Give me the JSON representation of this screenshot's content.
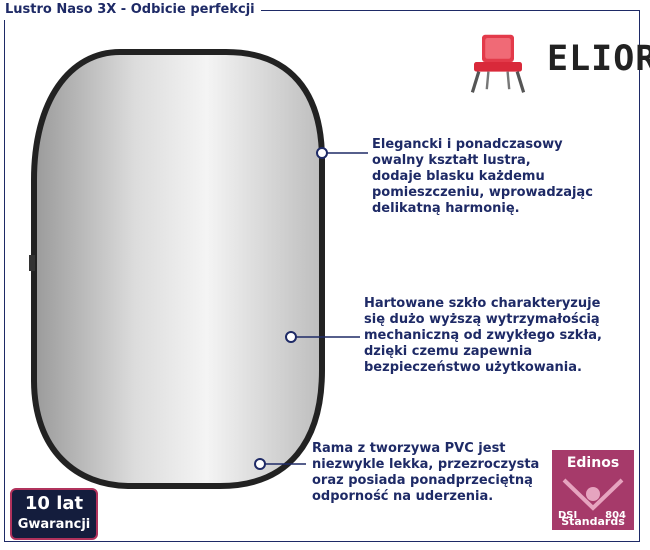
{
  "page_title": "Lustro Naso 3X - Odbicie perfekcji",
  "brand": {
    "name": "ELIOR",
    "icon": "chair-icon"
  },
  "callouts": [
    {
      "lines": [
        "Elegancki i ponadczasowy",
        "owalny kształt lustra,",
        "dodaje blasku każdemu",
        "pomieszczeniu, wprowadzając",
        "delikatną harmonię."
      ]
    },
    {
      "lines": [
        "Hartowane szkło charakteryzuje",
        "się dużo wyższą wytrzymałością",
        "mechaniczną od zwykłego szkła,",
        "dzięki czemu zapewnia",
        "bezpieczeństwo użytkowania."
      ]
    },
    {
      "lines": [
        "Rama z tworzywa PVC jest",
        "niezwykle lekka, przezroczysta",
        "oraz posiada ponadprzeciętną",
        "odporność na uderzenia."
      ]
    }
  ],
  "warranty": {
    "years": "10 lat",
    "label": "Gwarancji"
  },
  "certificate": {
    "top": "Edinos",
    "dsi": "DSI",
    "number": "804",
    "bottom": "Standards"
  },
  "colors": {
    "text": "#1e2a66",
    "cert": "#a63a6a",
    "warranty_bg": "#141d3d"
  }
}
